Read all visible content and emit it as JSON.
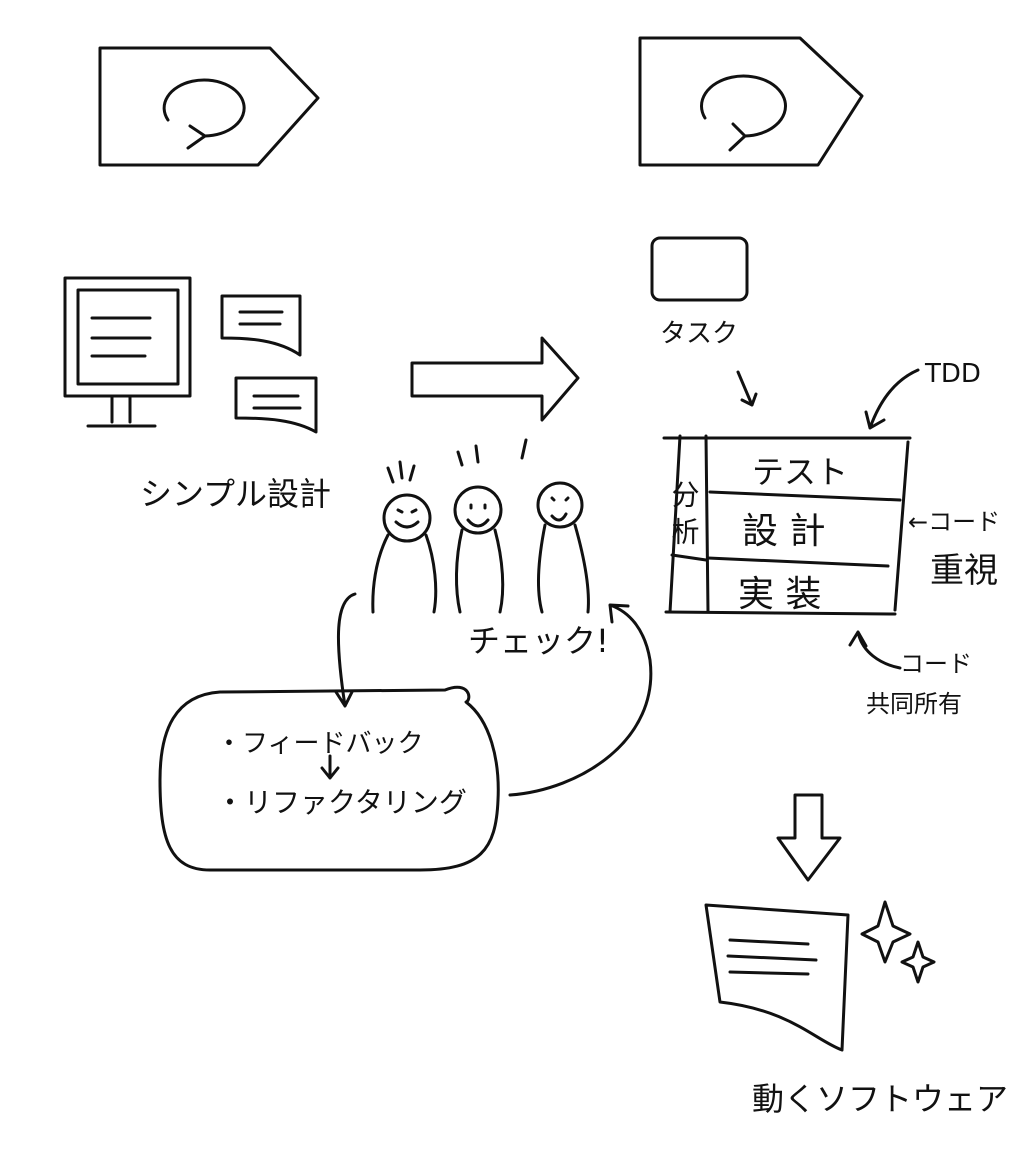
{
  "labels": {
    "simple_design": "シンプル設計",
    "task": "タスク",
    "tdd": "TDD",
    "check": "チェック!",
    "feedback": "・フィードバック",
    "refactoring": "・リファクタリング",
    "test": "テスト",
    "design": "設 計",
    "implementation": "実 装",
    "analysis": "分 析",
    "code_focus_line1": "←コード",
    "code_focus_line2": "重視",
    "shared_line1": "コード",
    "shared_line2": "共同所有",
    "working_software": "動くソフトウェア"
  }
}
